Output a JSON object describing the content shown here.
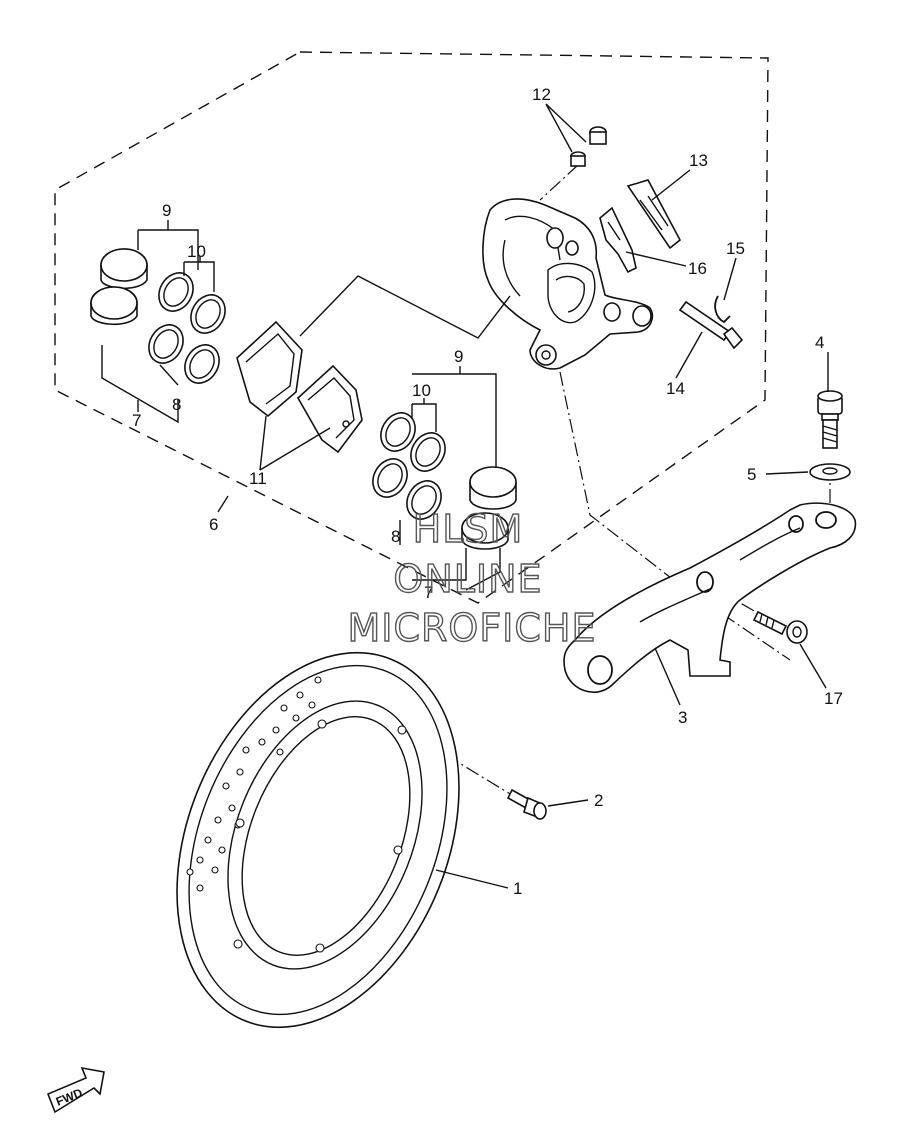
{
  "diagram": {
    "callouts": [
      {
        "id": "1",
        "label": "1"
      },
      {
        "id": "2",
        "label": "2"
      },
      {
        "id": "3",
        "label": "3"
      },
      {
        "id": "4",
        "label": "4"
      },
      {
        "id": "5",
        "label": "5"
      },
      {
        "id": "6",
        "label": "6"
      },
      {
        "id": "7a",
        "label": "7"
      },
      {
        "id": "7b",
        "label": "7"
      },
      {
        "id": "8a",
        "label": "8"
      },
      {
        "id": "8b",
        "label": "8"
      },
      {
        "id": "9a",
        "label": "9"
      },
      {
        "id": "9b",
        "label": "9"
      },
      {
        "id": "10a",
        "label": "10"
      },
      {
        "id": "10b",
        "label": "10"
      },
      {
        "id": "11",
        "label": "11"
      },
      {
        "id": "12",
        "label": "12"
      },
      {
        "id": "13",
        "label": "13"
      },
      {
        "id": "14",
        "label": "14"
      },
      {
        "id": "15",
        "label": "15"
      },
      {
        "id": "16",
        "label": "16"
      },
      {
        "id": "17",
        "label": "17"
      }
    ],
    "watermark": [
      "HLSM",
      "ONLINE",
      "MICROFICHE"
    ],
    "direction_label": "FWD"
  }
}
